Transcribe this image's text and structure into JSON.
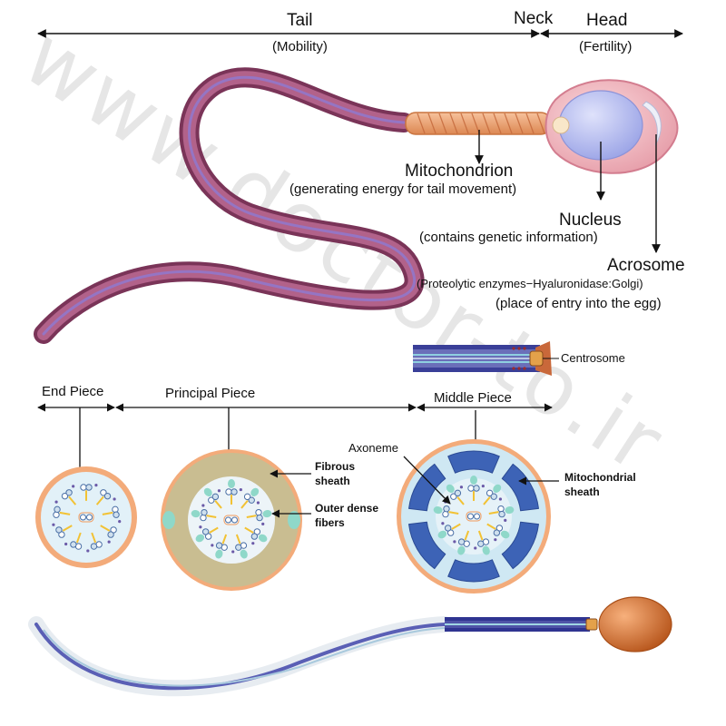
{
  "watermark": "www.doctor-to.ir",
  "top_labels": {
    "tail": "Tail",
    "tail_sub": "(Mobility)",
    "neck": "Neck",
    "head": "Head",
    "head_sub": "(Fertility)"
  },
  "callouts": {
    "mitochondrion": "Mitochondrion",
    "mitochondrion_desc": "(generating energy for tail movement)",
    "nucleus": "Nucleus",
    "nucleus_desc": "(contains genetic information)",
    "acrosome": "Acrosome",
    "acrosome_desc1": "(Proteolytic enzymes−Hyaluronidase:Golgi)",
    "acrosome_desc2": "(place of entry into the egg)",
    "centrosome": "Centrosome"
  },
  "sections": {
    "end_piece": "End Piece",
    "principal_piece": "Principal Piece",
    "middle_piece": "Middle Piece"
  },
  "cross_section_labels": {
    "fibrous_line1": "Fibrous",
    "fibrous_line2": "sheath",
    "outer_line1": "Outer dense",
    "outer_line2": "fibers",
    "axoneme": "Axoneme",
    "mito_line1": "Mitochondrial",
    "mito_line2": "sheath"
  },
  "colors": {
    "tail_purple": "#9a4a72",
    "head_pink": "#f0b5be",
    "nucleus_blue": "#b9bff0",
    "midpiece_orange": "#f0a574",
    "ring_orange": "#f3ab7a",
    "fibrous_tan": "#c9bd91",
    "mito_blue": "#3d63b6",
    "sperm_head_brown": "#d9783a"
  }
}
